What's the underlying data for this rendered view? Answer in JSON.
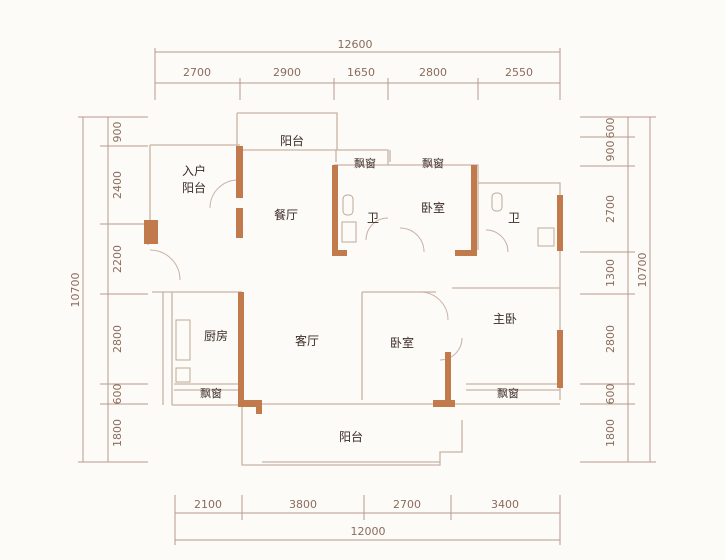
{
  "colors": {
    "wall": "#c07a4c",
    "line": "#c9b2a3",
    "text": "#3a2a24",
    "dim": "#8a6c5c"
  },
  "dimensions": {
    "top_total": "12600",
    "top": [
      "2700",
      "2900",
      "1650",
      "2800",
      "2550"
    ],
    "bottom_total": "12000",
    "bottom": [
      "2100",
      "3800",
      "2700",
      "3400"
    ],
    "left_total": "10700",
    "left": [
      "900",
      "2400",
      "2200",
      "2800",
      "600",
      "1800"
    ],
    "right_total": "10700",
    "right": [
      "600",
      "900",
      "2700",
      "1300",
      "2800",
      "600",
      "1800"
    ]
  },
  "rooms": {
    "entry_balcony": "入户\n阳台",
    "top_balcony": "阳台",
    "dining": "餐厅",
    "bay1": "飘窗",
    "bay2": "飘窗",
    "bath1": "卫",
    "bedroom_top": "卧室",
    "bath2": "卫",
    "kitchen": "厨房",
    "living": "客厅",
    "bedroom_mid": "卧室",
    "master": "主卧",
    "bay3": "飘窗",
    "bay4": "飘窗",
    "bottom_balcony": "阳台"
  }
}
